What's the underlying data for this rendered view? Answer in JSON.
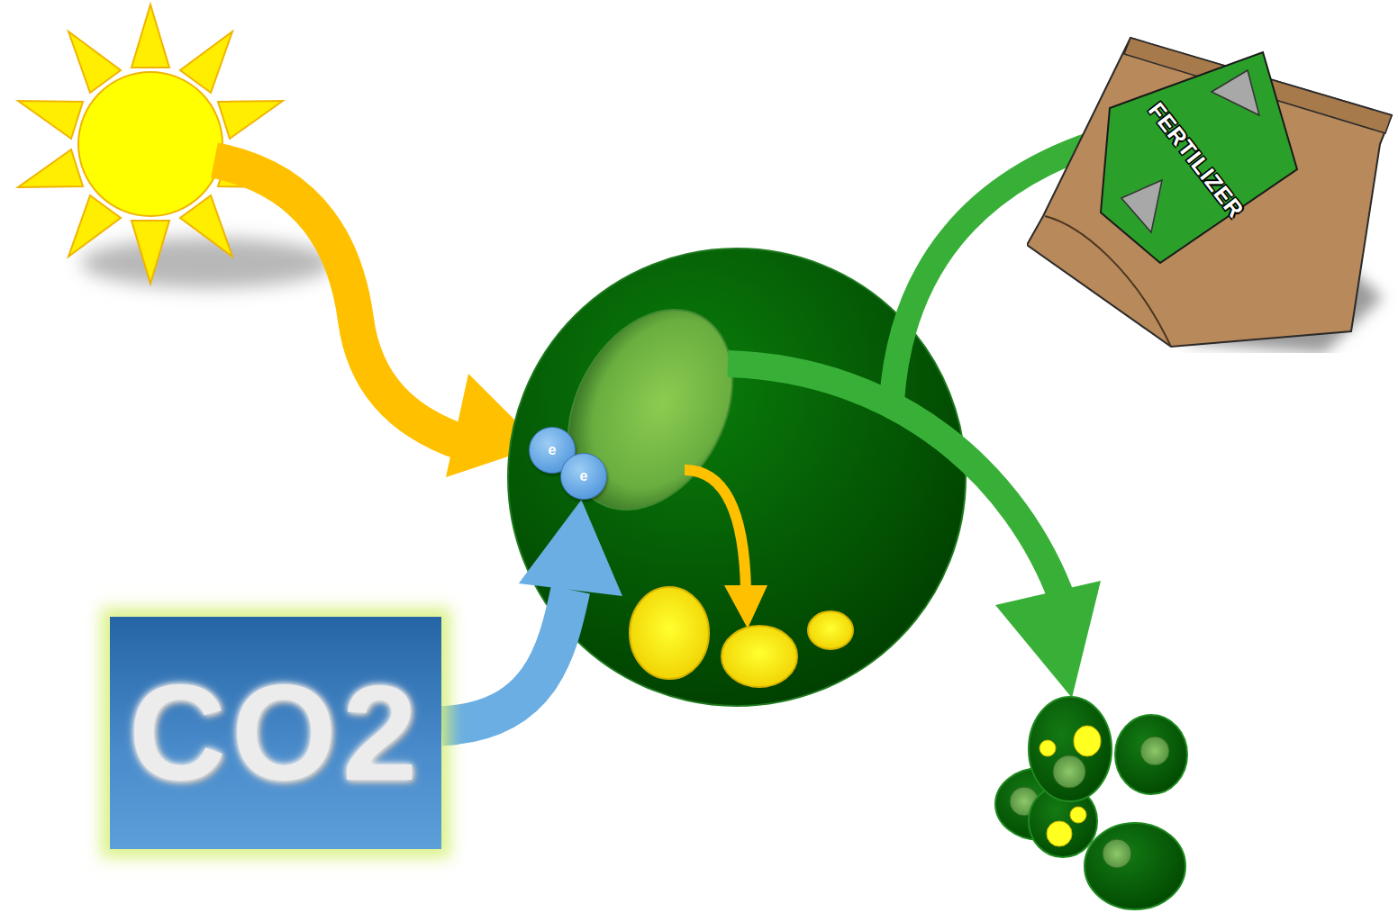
{
  "diagram": {
    "nodes": [
      {
        "text": [
          "FERTILIZER"
        ]
      },
      {
        "text": [
          "e"
        ]
      },
      {
        "text": [
          "e"
        ]
      },
      {
        "text": [
          "CO2"
        ]
      }
    ],
    "edges": [
      {
        "from": 3,
        "to": 2,
        "arrow": "to"
      }
    ]
  }
}
